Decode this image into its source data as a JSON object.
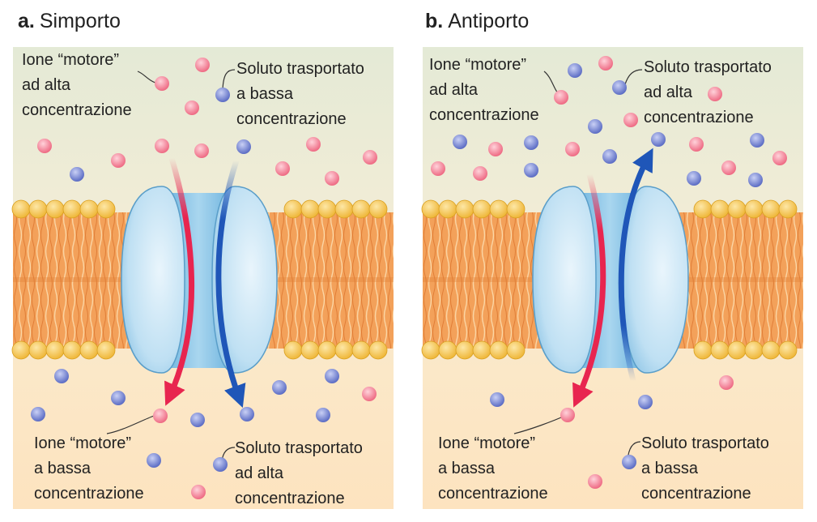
{
  "panels": [
    {
      "letter": "a.",
      "title": "Simporto",
      "label_top_left": "Ione “motore”\nad alta\nconcentrazione",
      "label_top_right": "Soluto trasportato\na bassa\nconcentrazione",
      "label_bottom_left": "Ione “motore”\na bassa\nconcentrazione",
      "label_bottom_right": "Soluto trasportato\nad alta\nconcentrazione"
    },
    {
      "letter": "b.",
      "title": "Antiporto",
      "label_top_left": "Ione “motore”\nad alta\nconcentrazione",
      "label_top_right": "Soluto trasportato\nad alta\nconcentrazione",
      "label_bottom_left": "Ione “motore”\na bassa\nconcentrazione",
      "label_bottom_right": "Soluto trasportato\na bassa\nconcentrazione"
    }
  ],
  "colors": {
    "ion": "#ef6f86",
    "solute": "#6f7fd0",
    "ion_arrow": "#e8254f",
    "solute_arrow": "#1f56b8",
    "lipid_head": "#f2be3c",
    "lipid_tail": "#f0984e",
    "protein": "#b8dcf0"
  }
}
